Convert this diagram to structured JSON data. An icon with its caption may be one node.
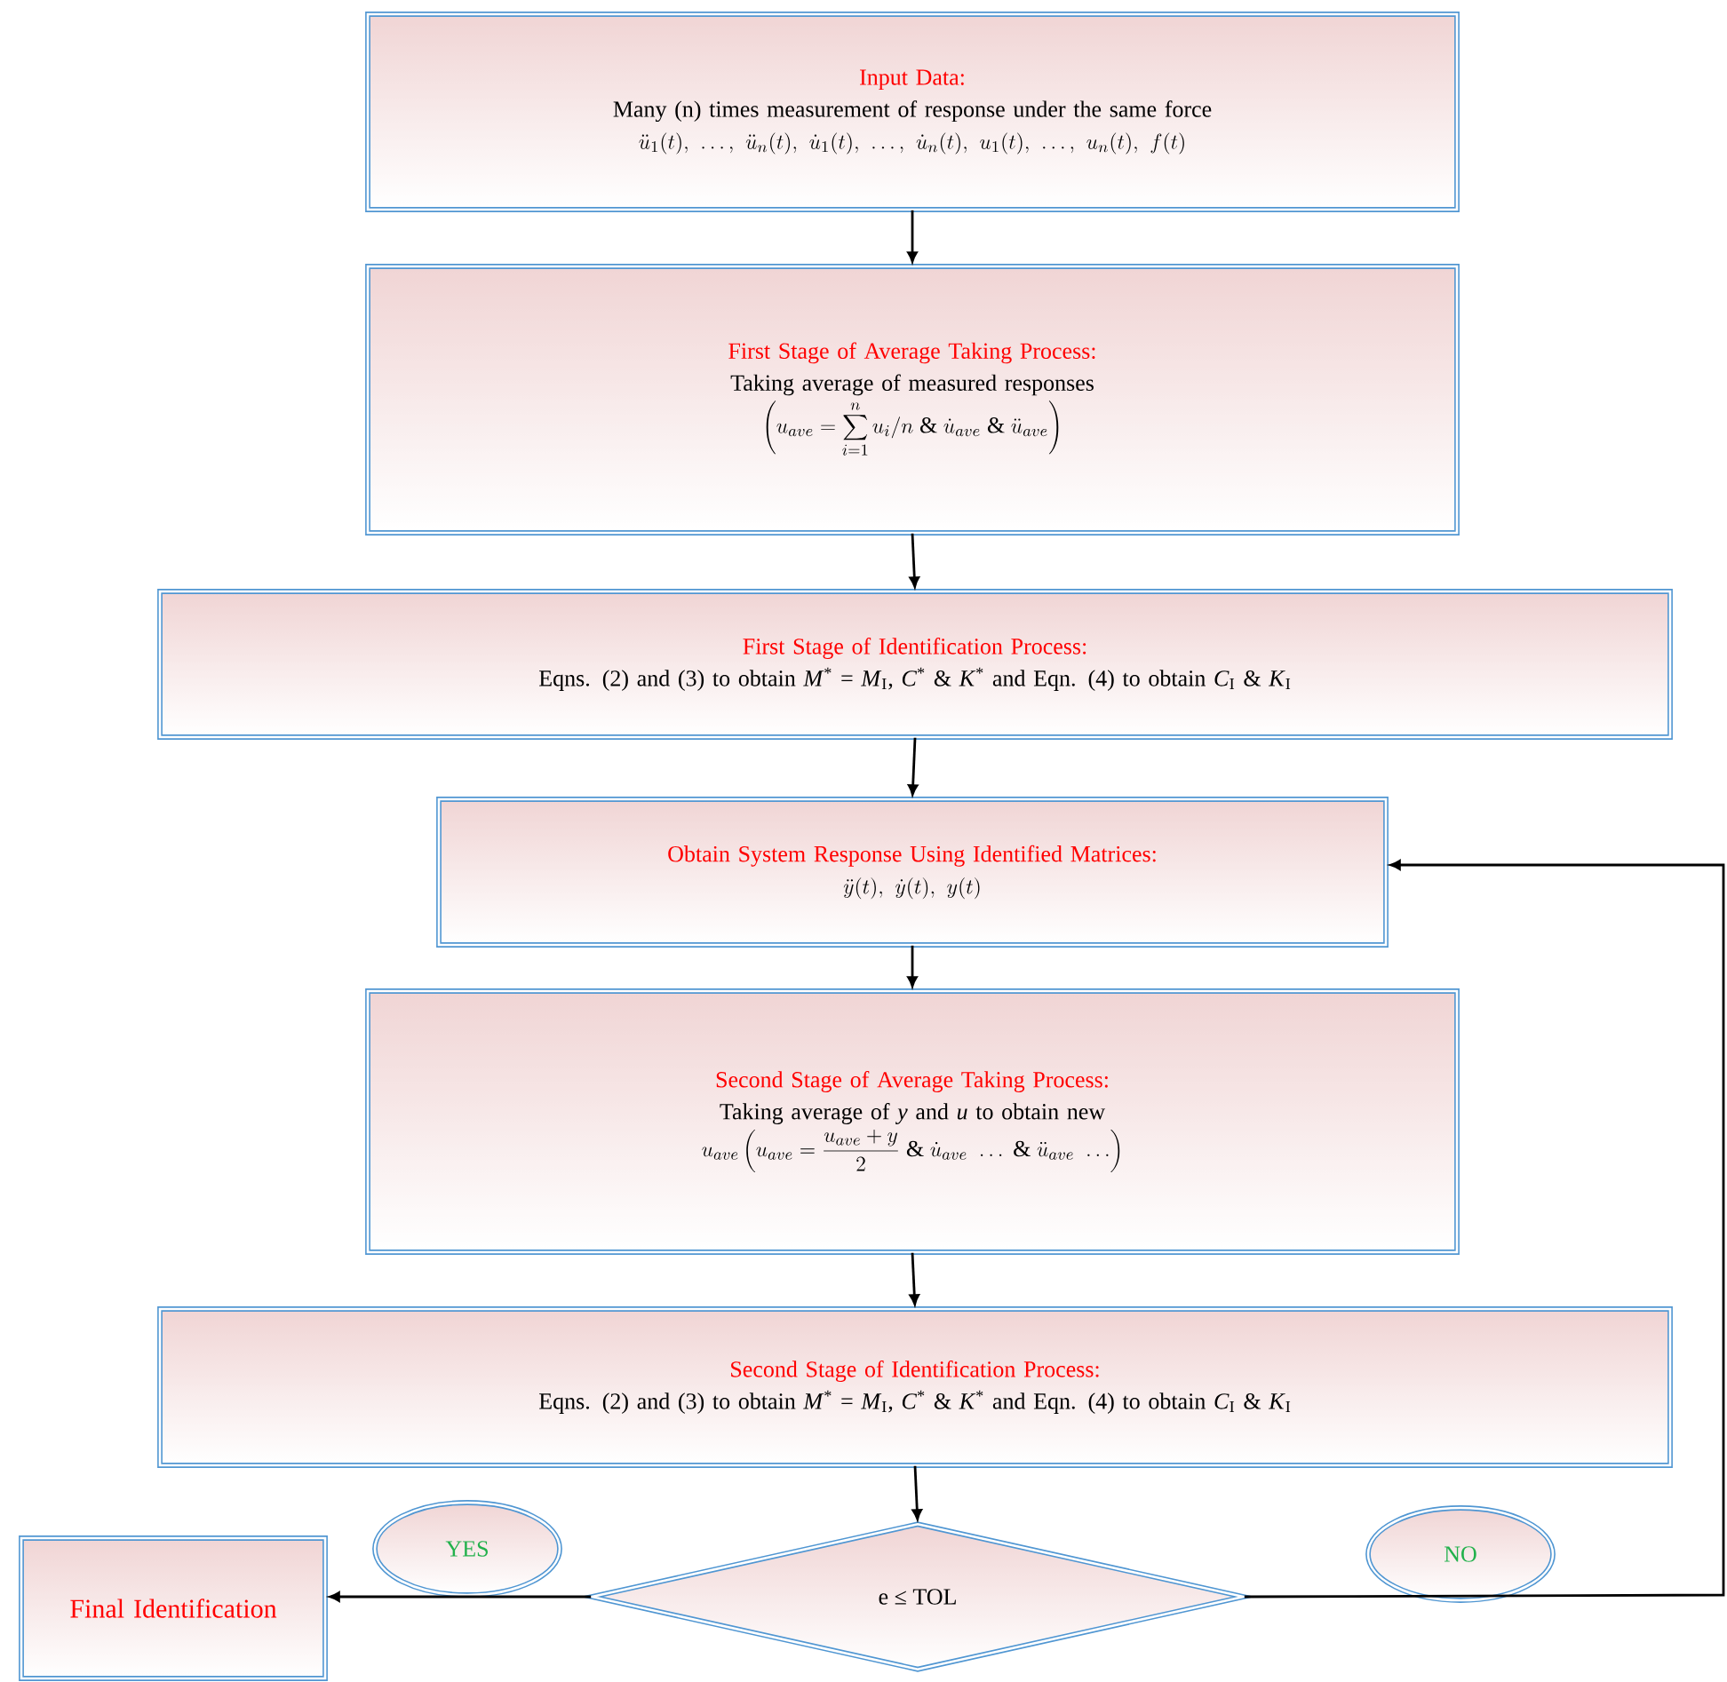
{
  "diagram": {
    "nodes": [
      {
        "text": [
          "Input Data:",
          "Many (n) times measurement of response under the same force",
          "\\ddot{u}_1(t),\\ \\dots,\\ \\ddot{u}_n(t),\\ \\dot{u}_1(t),\\ \\dots,\\ \\dot{u}_n(t),\\ u_1(t),\\ \\dots,\\ u_n(t),\\ f(t)"
        ]
      },
      {
        "text": [
          "First Stage of Average Taking Process:",
          "Taking average of measured responses",
          "\\left(u_{ave} = \\sum_{i=1}^{n} u_i / n \\;\\&\\; \\dot{u}_{ave} \\;\\&\\; \\ddot{u}_{ave}\\right)"
        ]
      },
      {
        "text": [
          "First Stage of Identification Process:",
          "Eqns. (2) and (3) to obtain *M*$^{*}$ = *M*$_{I}$, *C*$^{*}$ & *K*$^{*}$ and Eqn. (4) to obtain *C*$_{I}$ & *K*$_{I}$"
        ]
      },
      {
        "text": [
          "Obtain System Response Using Identified Matrices:",
          "\\ddot{y}(t),\\ \\dot{y}(t),\\ y(t)"
        ]
      },
      {
        "text": [
          "Second Stage of Average Taking Process:",
          "Taking average of *y* and *u* to obtain new",
          "u_{ave}\\left(u_{ave} = \\frac{u_{ave}+y}{2} \\;\\&\\; \\dot{u}_{ave}\\ \\dots \\;\\&\\; \\ddot{u}_{ave}\\ \\dots\\right)"
        ]
      },
      {
        "text": [
          "Second Stage of Identification Process:",
          "Eqns. (2) and (3) to obtain *M*$^{*}$ = *M*$_{I}$, *C*$^{*}$ & *K*$^{*}$ and Eqn. (4) to obtain *C*$_{I}$ & *K*$_{I}$"
        ]
      },
      {
        "text": [
          "e ≤ TOL"
        ]
      },
      {
        "text": [
          "Final Identification"
        ]
      },
      {
        "text": [
          "YES"
        ]
      },
      {
        "text": [
          "NO"
        ]
      }
    ],
    "edges": [
      {
        "from": 0,
        "to": 1,
        "arrow": "to"
      },
      {
        "from": 1,
        "to": 2,
        "arrow": "to"
      },
      {
        "from": 2,
        "to": 3,
        "arrow": "to"
      },
      {
        "from": 3,
        "to": 4,
        "arrow": "to"
      },
      {
        "from": 4,
        "to": 5,
        "arrow": "to"
      },
      {
        "from": 5,
        "to": 6,
        "arrow": "to"
      },
      {
        "from": 6,
        "to": 7,
        "arrow": "to"
      },
      {
        "from": 6,
        "to": 3,
        "arrow": "to"
      }
    ]
  }
}
